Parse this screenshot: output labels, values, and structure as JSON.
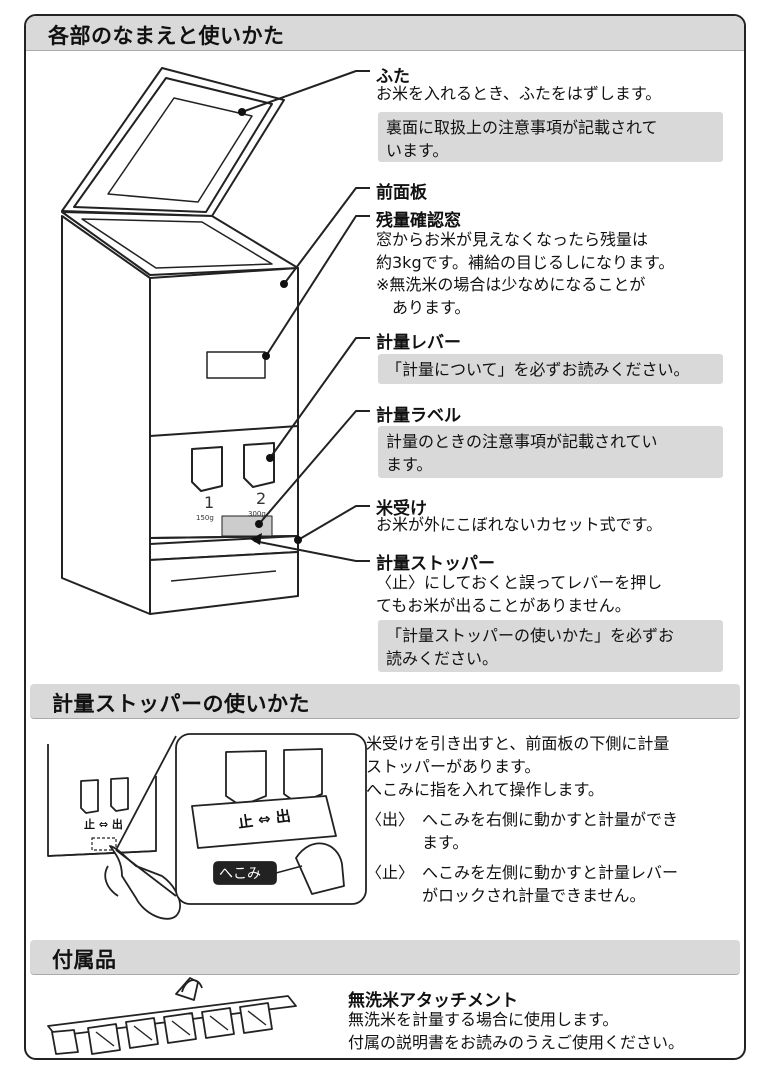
{
  "sections": {
    "parts_title": "各部のなまえと使いかた",
    "stopper_title": "計量ストッパーの使いかた",
    "accessories_title": "付属品"
  },
  "parts": {
    "lid": {
      "name": "ふた",
      "desc": "お米を入れるとき、ふたをはずします。",
      "note": "裏面に取扱上の注意事項が記載されて\nいます。"
    },
    "front_panel": {
      "name": "前面板"
    },
    "window": {
      "name": "残量確認窓",
      "desc": "窓からお米が見えなくなったら残量は\n約3kgです。補給の目じるしになります。",
      "footnote": "※無洗米の場合は少なめになることが\n　あります。"
    },
    "lever": {
      "name": "計量レバー",
      "note": "「計量について」を必ずお読みください。"
    },
    "label": {
      "name": "計量ラベル",
      "note": "計量のときの注意事項が記載されてい\nます。"
    },
    "tray": {
      "name": "米受け",
      "desc": "お米が外にこぼれないカセット式です。"
    },
    "stopper": {
      "name": "計量ストッパー",
      "desc": "〈止〉にしておくと誤ってレバーを押し\nてもお米が出ることがありません。",
      "note": "「計量ストッパーの使いかた」を必ずお\n読みください。"
    }
  },
  "illustration": {
    "lever1_num": "1",
    "lever1_sub": "150g",
    "lever2_num": "2",
    "lever2_sub": "300g"
  },
  "stopper_usage": {
    "label_stop_go": "止 ⇔ 出",
    "label_notch": "へこみ",
    "intro": "米受けを引き出すと、前面板の下側に計量\nストッパーがあります。\nへこみに指を入れて操作します。",
    "out_label": "〈出〉",
    "out_desc": "へこみを右側に動かすと計量ができ\nます。",
    "stop_label": "〈止〉",
    "stop_desc": "へこみを左側に動かすと計量レバー\nがロックされ計量できません。"
  },
  "accessory": {
    "name": "無洗米アタッチメント",
    "desc": "無洗米を計量する場合に使用します。\n付属の説明書をお読みのうえご使用ください。"
  }
}
